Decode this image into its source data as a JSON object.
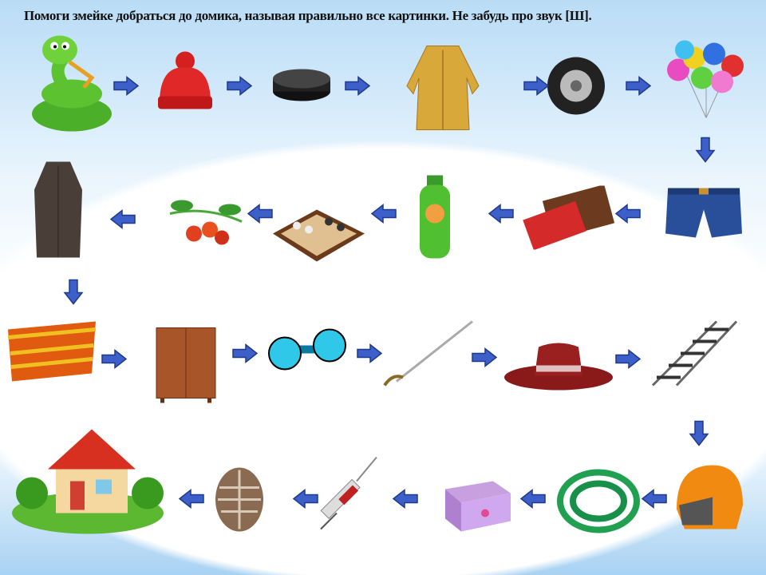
{
  "title": "Помоги змейке добраться до домика, называя правильно все картинки. Не забудь про звук [Ш].",
  "colors": {
    "arrow": "#3d5fc9",
    "arrow_border": "#1f3a8a"
  },
  "rows": [
    {
      "direction": "right",
      "items": [
        "snake",
        "knit-hat",
        "hockey-puck",
        "fur-coat",
        "tire",
        "balloons"
      ]
    },
    {
      "direction": "left",
      "items": [
        "shorts",
        "chocolate",
        "shampoo",
        "chess",
        "rosehip",
        "greatcoat"
      ]
    },
    {
      "direction": "right",
      "items": [
        "scarf",
        "wardrobe",
        "dumbbell",
        "sword",
        "hat",
        "rails"
      ]
    },
    {
      "direction": "left",
      "items": [
        "helmet",
        "hose",
        "box",
        "syringe",
        "pine-cone",
        "house"
      ]
    }
  ]
}
